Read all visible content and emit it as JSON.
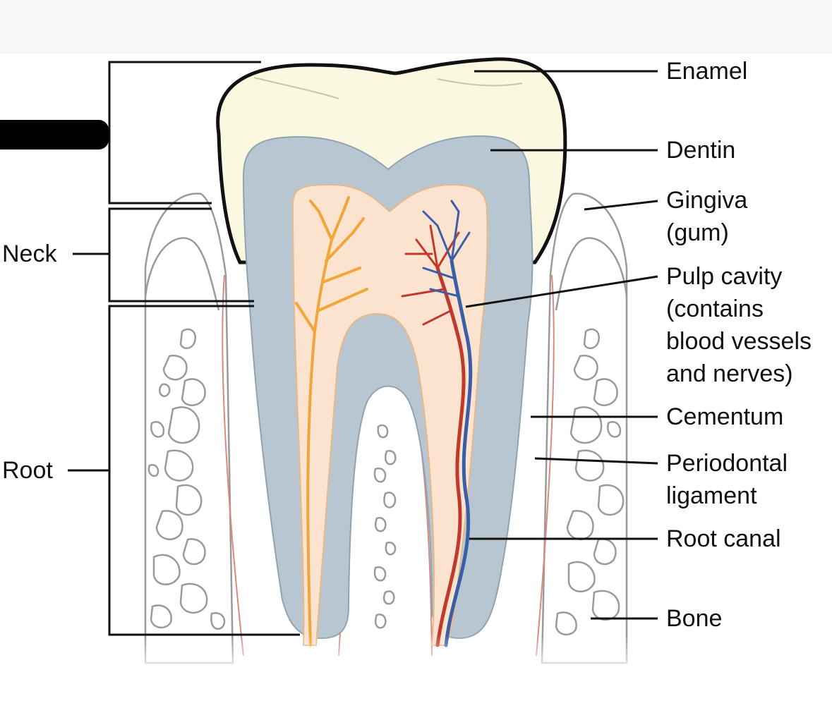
{
  "labels": {
    "enamel": "Enamel",
    "dentin": "Dentin",
    "gingiva": [
      "Gingiva",
      "(gum)"
    ],
    "pulp_cavity": [
      "Pulp cavity",
      "(contains",
      "blood vessels",
      "and nerves)"
    ],
    "cementum": "Cementum",
    "periodontal": [
      "Periodontal",
      "ligament"
    ],
    "root_canal": "Root canal",
    "bone": "Bone",
    "neck": "Neck",
    "root": "Root"
  },
  "colors": {
    "enamel": "#fbf8e2",
    "dentin": "#b7c6d1",
    "pulp": "#fbe3cf",
    "artery": "#c0392b",
    "vein": "#3b5ea8",
    "nerve": "#f0a63a",
    "bone_line": "#8f8f8f",
    "ligament": "#d98a80"
  }
}
